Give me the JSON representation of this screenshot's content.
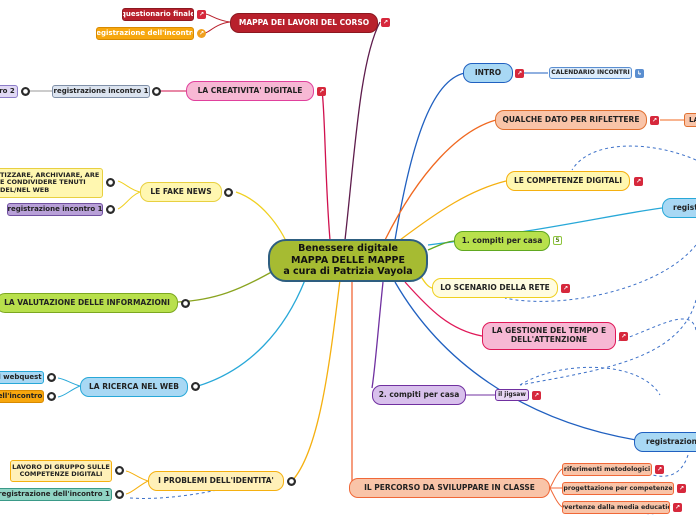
{
  "center": {
    "line1": "Benessere digitale",
    "line2": "MAPPA DELLE MAPPE",
    "line3": "a cura di Patrizia Vayola"
  },
  "nodes": {
    "mappa_lavori": "MAPPA DEI LAVORI DEL CORSO",
    "questionario_finale": "questionario finale",
    "registrazione_incontro_top": "registrazione  dell'incontro",
    "creativita": "LA CREATIVITA' DIGITALE",
    "registrazione_incontro_1_a": "registrazione incontro 1",
    "ro_2": "ro 2",
    "fake_news": "LE FAKE NEWS",
    "catalogare_text": "TIZZARE, ARCHIVIARE, ARE E CONDIVIDERE TENUTI DEL/NEL WEB",
    "registrazione_incontro_1_b": "registrazione incontro 1",
    "valutazione": "LA VALUTAZIONE DELLE INFORMAZIONI",
    "ricerca_web": "LA RICERCA NEL WEB",
    "webquest": "l webquest",
    "ell_incontro": "ell'incontro",
    "problemi_identita": "I PROBLEMI DELL'IDENTITA'",
    "lavoro_gruppo": "LAVORO DI GRUPPO SULLE COMPETENZE DIGITALI",
    "registrazione_incontro_1_c": "registrazione dell'incontro 1",
    "intro": "INTRO",
    "calendario": "CALENDARIO INCONTRI",
    "qualche_dato": "QUALCHE DATO PER RIFLETTERE",
    "la_cut": "LA",
    "competenze_digitali": "LE COMPETENZE DIGITALI",
    "regist_cut": "regist",
    "compiti_1": "1. compiti per casa",
    "scenario_rete": "LO SCENARIO DELLA RETE",
    "gestione_tempo": "LA GESTIONE DEL TEMPO E DELL'ATTENZIONE",
    "compiti_2": "2. compiti per casa",
    "jigsaw": "il jigsaw",
    "registrazione_cut": "registrazione",
    "percorso": "IL PERCORSO DA SVILUPPARE IN CLASSE",
    "riferimenti": "riferimenti metodologici",
    "progettazione": "progettazione per competenze",
    "avvertenze": "avvertenze dalla media education"
  },
  "icon_labels": {
    "compiti_1_badge": "5"
  },
  "colors": {
    "center_fill": "#a6bb32",
    "red_node": "#b8202c",
    "pink_node": "#f7b8d4",
    "salmon_node": "#f9c4a8",
    "yellow_node": "#fff7b0",
    "green_node": "#b8e04c",
    "blue_node": "#a8d8f4",
    "purple_node": "#d8c0ec",
    "orange_node": "#f7a70e"
  }
}
